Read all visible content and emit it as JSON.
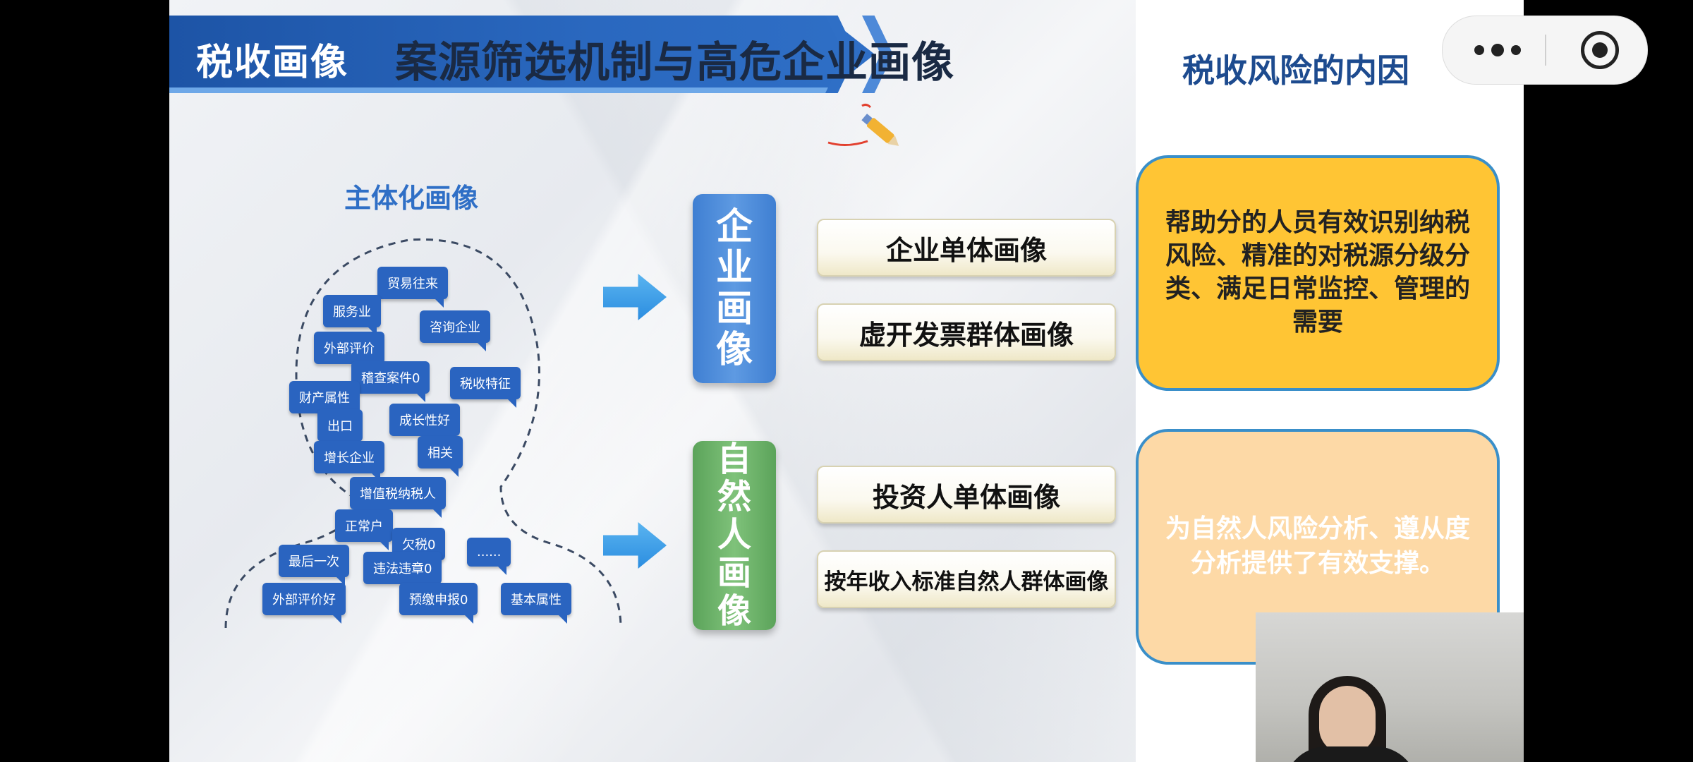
{
  "slide": {
    "tag": "税收画像",
    "title": "案源筛选机制与高危企业画像",
    "subject_title": "主体化画像",
    "bubbles": [
      "贸易往来",
      "服务业",
      "咨询企业",
      "外部评价",
      "稽查案件0",
      "税收特征",
      "财产属性",
      "出口",
      "成长性好",
      "增长企业",
      "相关",
      "增值税纳税人",
      "正常户",
      "欠税0",
      "最后一次",
      "违法违章0",
      "......",
      "外部评价好",
      "预缴申报0",
      "基本属性"
    ],
    "enterprise_box": [
      "企",
      "业",
      "画",
      "像"
    ],
    "natural_box": [
      "自",
      "然",
      "人",
      "画",
      "像"
    ],
    "enterprise_items": [
      "企业单体画像",
      "虚开发票群体画像"
    ],
    "natural_items": [
      "投资人单体画像",
      "按年收入标准自然人群体画像"
    ]
  },
  "panel": {
    "title": "税收风险的内因",
    "card_yellow": "帮助分的人员有效识别纳税风险、精准的对税源分级分类、满足日常监控、管理的需要",
    "card_peach": "为自然人风险分析、遵从度分析提供了有效支撑。"
  },
  "colors": {
    "title_bar": "#2a68bf",
    "enterprise_box": "#4a88d6",
    "natural_box": "#6db468",
    "card_yellow": "#ffc534",
    "card_peach": "#fdd9a6",
    "card_border": "#3a8fc9"
  },
  "icons": {
    "more": "more-dots-icon",
    "record": "record-target-icon",
    "pen": "pencil-icon"
  }
}
